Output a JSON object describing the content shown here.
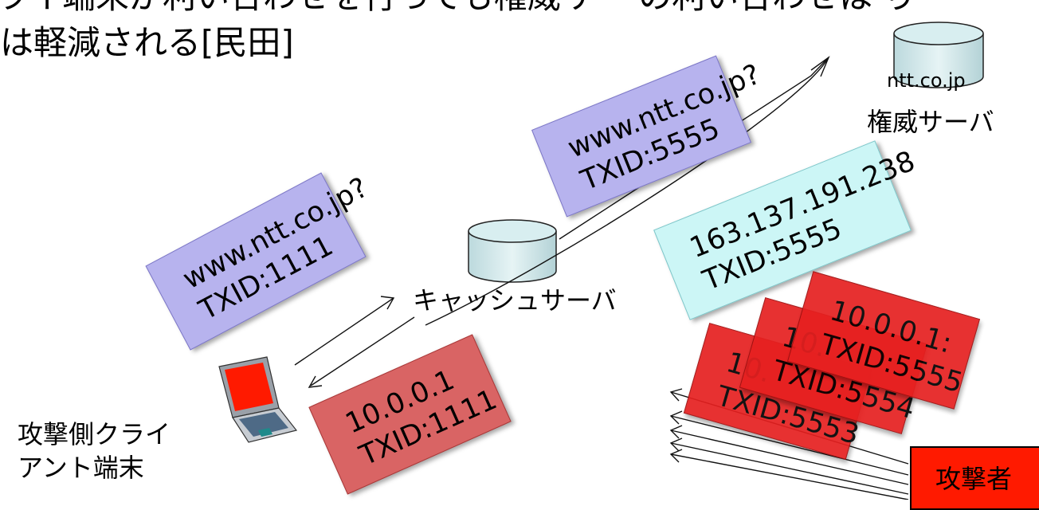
{
  "title": {
    "line1": "ライ端末が利い合わせを行っても権威サー の利い合わせは り",
    "line2": "は軽減される[民田]"
  },
  "nodes": {
    "authority_domain": "ntt.co.jp",
    "authority_label": "権威サーバ",
    "cache_label": "キャッシュサーバ",
    "client_label_line1": "攻撃側クライ",
    "client_label_line2": "アント端末",
    "attacker_label": "攻撃者"
  },
  "messages": {
    "client_query": {
      "line1": "www.ntt.co.jp?",
      "line2": "TXID:1111"
    },
    "cache_query": {
      "line1": "www.ntt.co.jp?",
      "line2": "TXID:5555"
    },
    "auth_answer": {
      "line1": "163.137.191.238",
      "line2": "TXID:5555"
    },
    "client_answer": {
      "line1": "10.0.0.1",
      "line2": "TXID:1111"
    },
    "forged_1": {
      "line1": "10.",
      "line2": "TXID:5553"
    },
    "forged_2": {
      "line1": "10.",
      "line2": "TXID:5554"
    },
    "forged_3": {
      "line1": "10.0.0.1:",
      "line2": "TXID:5555"
    }
  },
  "colors": {
    "query": "#b7b3ee",
    "answer": "#ccf6f6",
    "client_answer": "#d96464",
    "forged": "#e62020",
    "attacker": "#ff1a00",
    "server": "#cfe7ea"
  }
}
